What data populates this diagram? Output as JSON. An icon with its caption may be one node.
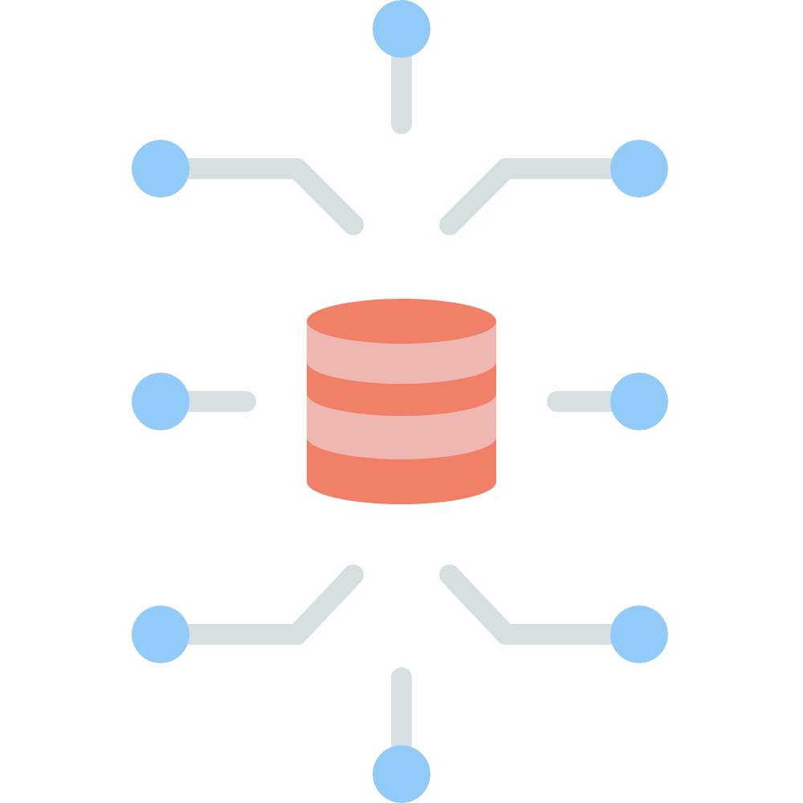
{
  "diagram": {
    "nodes": [
      {
        "text": [],
        "shape": "circle"
      },
      {
        "text": [],
        "shape": "circle"
      },
      {
        "text": [],
        "shape": "circle"
      },
      {
        "text": [],
        "shape": "cylinder"
      },
      {
        "text": [],
        "shape": "circle"
      },
      {
        "text": [],
        "shape": "circle"
      },
      {
        "text": [],
        "shape": "circle"
      },
      {
        "text": [],
        "shape": "circle"
      },
      {
        "text": [],
        "shape": "circle"
      }
    ],
    "edges": [
      {
        "from": 0,
        "to": null,
        "arrow": "none"
      },
      {
        "from": 1,
        "to": null,
        "arrow": "none"
      },
      {
        "from": 2,
        "to": null,
        "arrow": "none"
      },
      {
        "from": 4,
        "to": null,
        "arrow": "none"
      },
      {
        "from": 5,
        "to": null,
        "arrow": "none"
      },
      {
        "from": 6,
        "to": null,
        "arrow": "none"
      },
      {
        "from": 7,
        "to": null,
        "arrow": "none"
      },
      {
        "from": 8,
        "to": null,
        "arrow": "none"
      }
    ]
  }
}
